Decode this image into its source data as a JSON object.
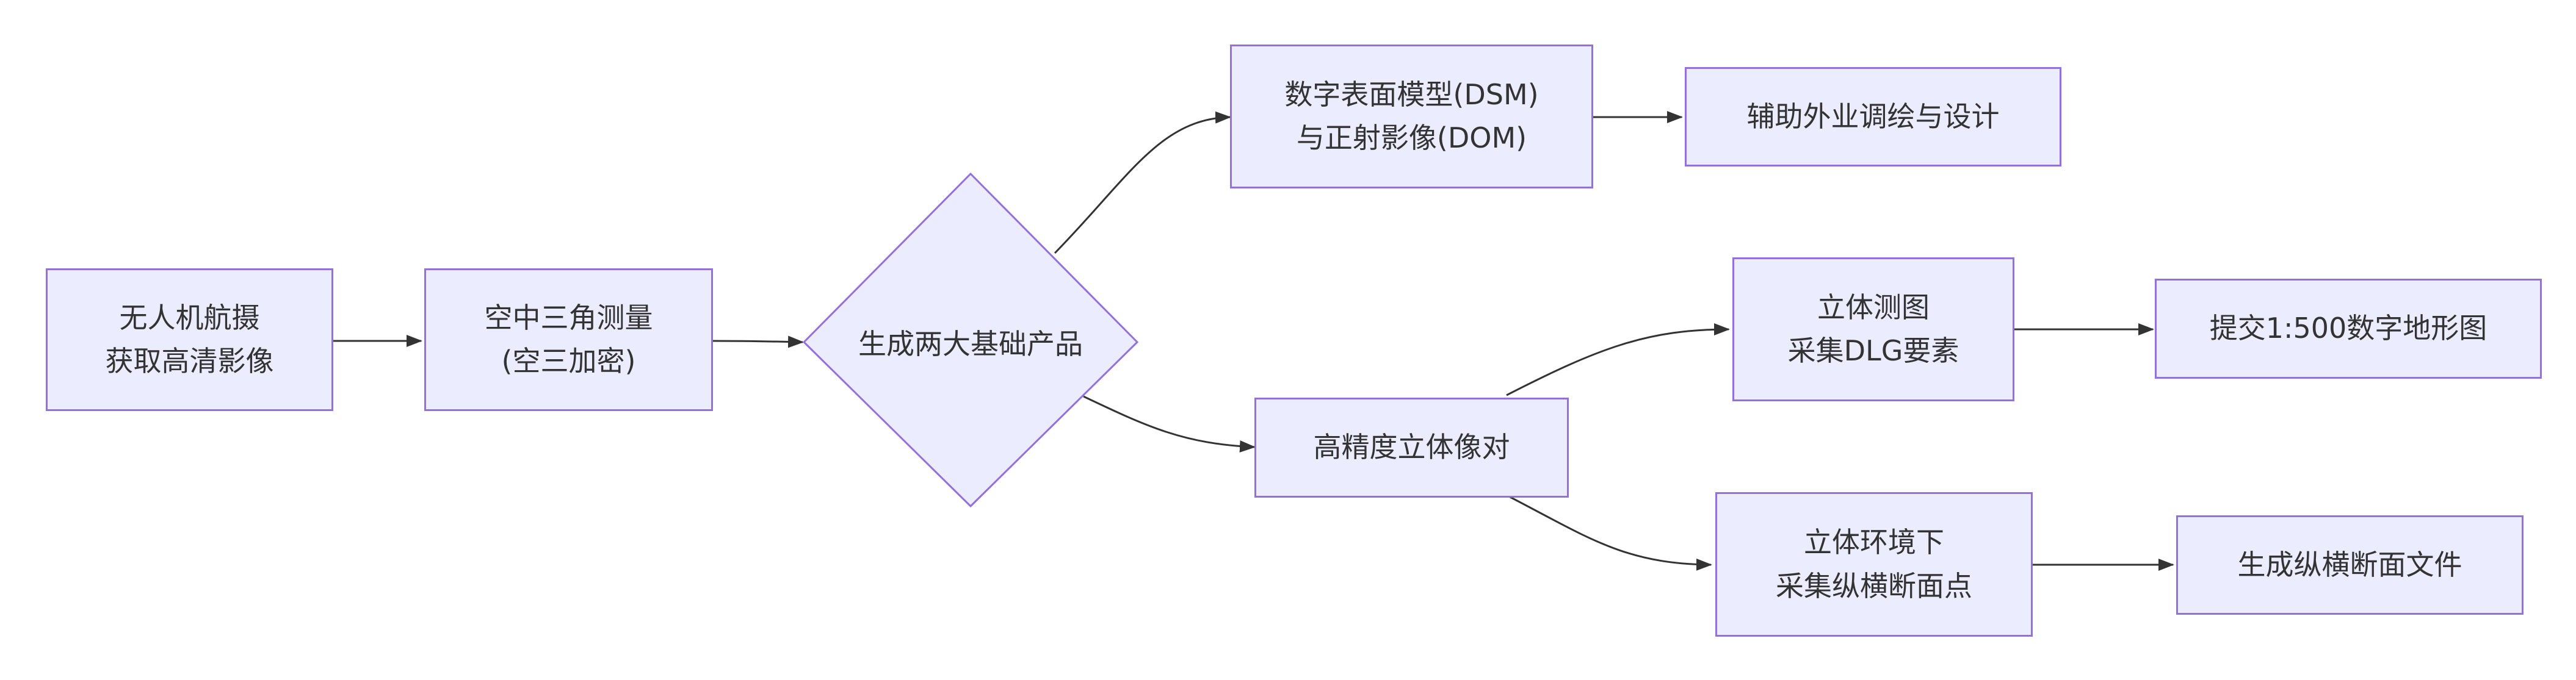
{
  "colors": {
    "node_fill": "#ececff",
    "node_stroke": "#9370db",
    "edge": "#333333",
    "text": "#333333"
  },
  "nodes": {
    "uav": {
      "line1": "无人机航摄",
      "line2": "获取高清影像"
    },
    "aero": {
      "line1": "空中三角测量",
      "line2": "(空三加密)"
    },
    "decision": {
      "label": "生成两大基础产品"
    },
    "dsm": {
      "line1": "数字表面模型(DSM)",
      "line2": "与正射影像(DOM)"
    },
    "fieldwork": {
      "label": "辅助外业调绘与设计"
    },
    "stereo": {
      "label": "高精度立体像对"
    },
    "dlg": {
      "line1": "立体测图",
      "line2": "采集DLG要素"
    },
    "topo": {
      "label": "提交1:500数字地形图"
    },
    "section": {
      "line1": "立体环境下",
      "line2": "采集纵横断面点"
    },
    "files": {
      "label": "生成纵横断面文件"
    }
  }
}
